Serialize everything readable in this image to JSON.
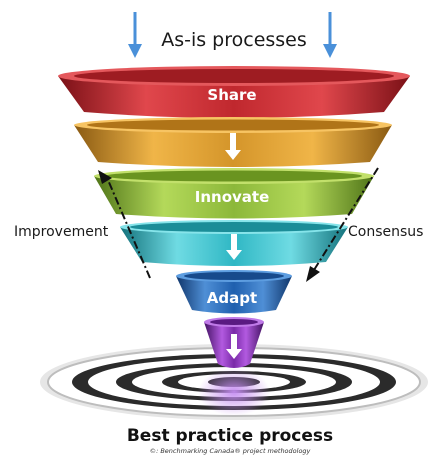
{
  "header": {
    "title": "As-is processes"
  },
  "funnel": {
    "stages": [
      {
        "label": "Share"
      },
      {
        "label": ""
      },
      {
        "label": "Innovate"
      },
      {
        "label": ""
      },
      {
        "label": "Adapt"
      },
      {
        "label": ""
      }
    ],
    "colors": {
      "share": "#c0282e",
      "band2": "#d4952a",
      "innovate": "#8cb83a",
      "band4": "#2fb7c4",
      "adapt": "#1f5fae",
      "tip": "#7a2aa8"
    }
  },
  "sides": {
    "left_label": "Improvement",
    "right_label": "Consensus"
  },
  "footer": {
    "title": "Best practice process",
    "credit": "©: Benchmarking Canada® project methodology"
  },
  "colors": {
    "down_arrow": "#4a90d9"
  }
}
